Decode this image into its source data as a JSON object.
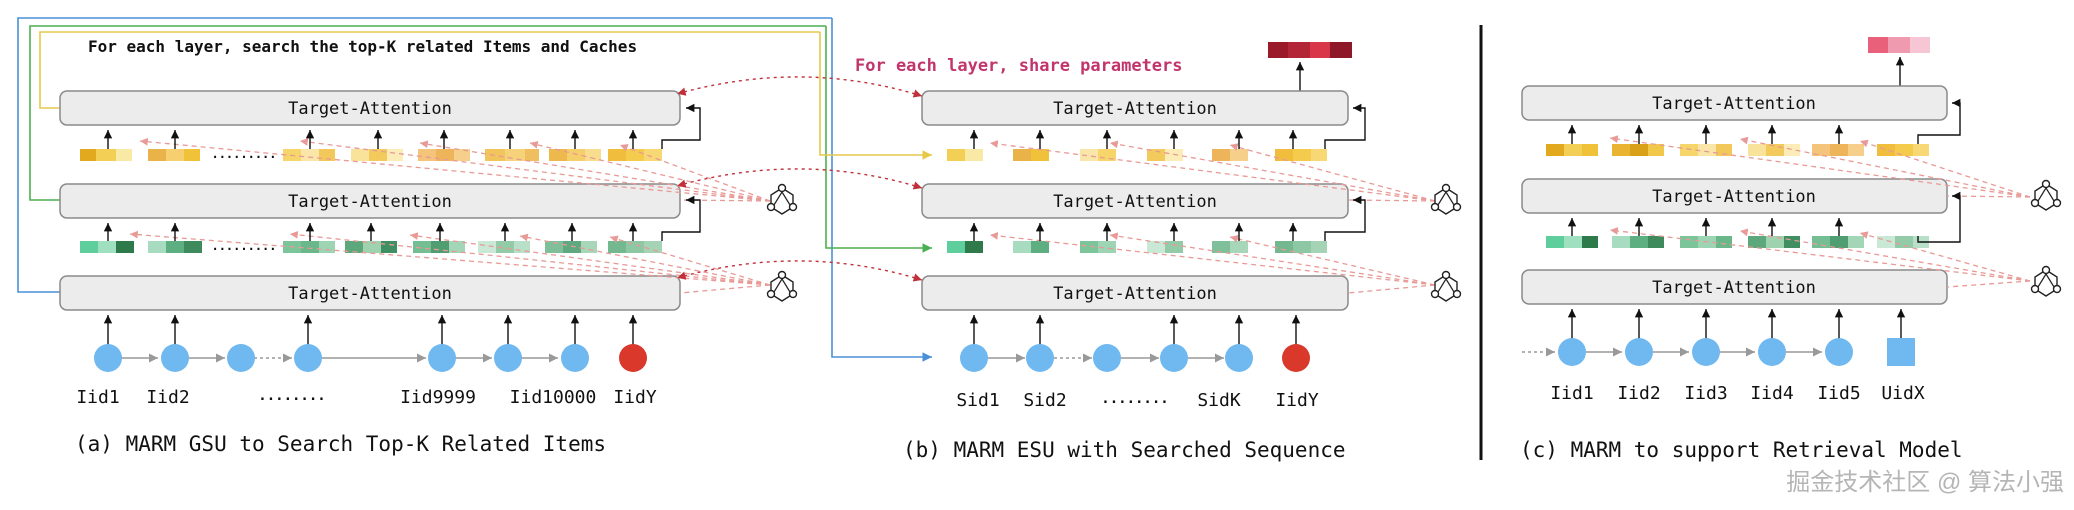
{
  "panel_a": {
    "instruction": "For each layer, search the top-K related Items and Caches",
    "layers": [
      "Target-Attention",
      "Target-Attention",
      "Target-Attention"
    ],
    "item_labels": [
      "Iid1",
      "Iid2",
      "........",
      "Iid9999",
      "Iid10000",
      "IidY"
    ],
    "caption": "(a) MARM GSU to Search Top-K Related Items"
  },
  "panel_b": {
    "instruction": "For each layer, share parameters",
    "layers": [
      "Target-Attention",
      "Target-Attention",
      "Target-Attention"
    ],
    "item_labels": [
      "Sid1",
      "Sid2",
      "........",
      "SidK",
      "IidY"
    ],
    "caption": "(b) MARM ESU with Searched Sequence"
  },
  "panel_c": {
    "layers": [
      "Target-Attention",
      "Target-Attention",
      "Target-Attention"
    ],
    "item_labels": [
      "Iid1",
      "Iid2",
      "Iid3",
      "Iid4",
      "Iid5",
      "UidX"
    ],
    "caption": "(c) MARM to support Retrieval Model"
  },
  "watermark": "掘金技术社区 @ 算法小强",
  "colors": {
    "item_blue": "#6fb8f0",
    "target_red": "#d9382b",
    "yellow_cache": "#f5c842",
    "green_cache": "#5fb98a",
    "pink_text": "#c2356b",
    "arrow_pink": "#e89a96",
    "link_blue": "#4a90d9",
    "link_green": "#4caf50",
    "link_yellow": "#e6c84a",
    "share_red": "#c0303a"
  },
  "icons": [
    "graph-node-icon"
  ]
}
